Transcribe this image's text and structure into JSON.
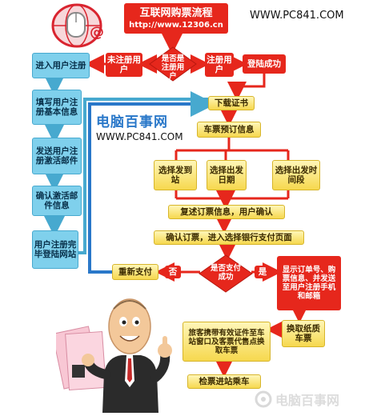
{
  "header": {
    "title_line1": "互联网购票流程",
    "title_line2": "http://www.12306.cn",
    "site": "WWW.PC841.COM"
  },
  "brand": {
    "name": "电脑百事网",
    "url": "WWW.PC841.COM",
    "watermark": "电脑百事网"
  },
  "flow": {
    "decision_registered": "是否是注册用户",
    "unregistered_user": "未注册用户",
    "registered_user": "注册用户",
    "login_success": "登陆成功",
    "download_cert": "下载证书",
    "ticket_booking": "车票预订信息",
    "choose_station": "选择发到站",
    "choose_date": "选择出发日期",
    "choose_time": "选择出发时间段",
    "confirm_info": "复述订票信息，用户确认",
    "confirm_order": "确认订票，进入选择银行支付页面",
    "decision_payment": "是否支付成功",
    "no": "否",
    "yes": "是",
    "repay": "重新支付",
    "show_order": "显示订单号、购票信息、并发送至用户注册手机和邮箱",
    "exchange": "换取纸质车票",
    "collect": "旅客携带有效证件至车站窗口及客票代售点换取车票",
    "board": "检票进站乘车"
  },
  "register_steps": [
    "进入用户注册",
    "填写用户注册基本信息",
    "发送用户注册激活邮件",
    "确认激活邮件信息",
    "用户注册完毕登陆网站"
  ],
  "colors": {
    "red": "#e6271c",
    "cyan": "#7fd0ec",
    "yellow": "#f6d84e",
    "blue": "#2a78c9"
  }
}
